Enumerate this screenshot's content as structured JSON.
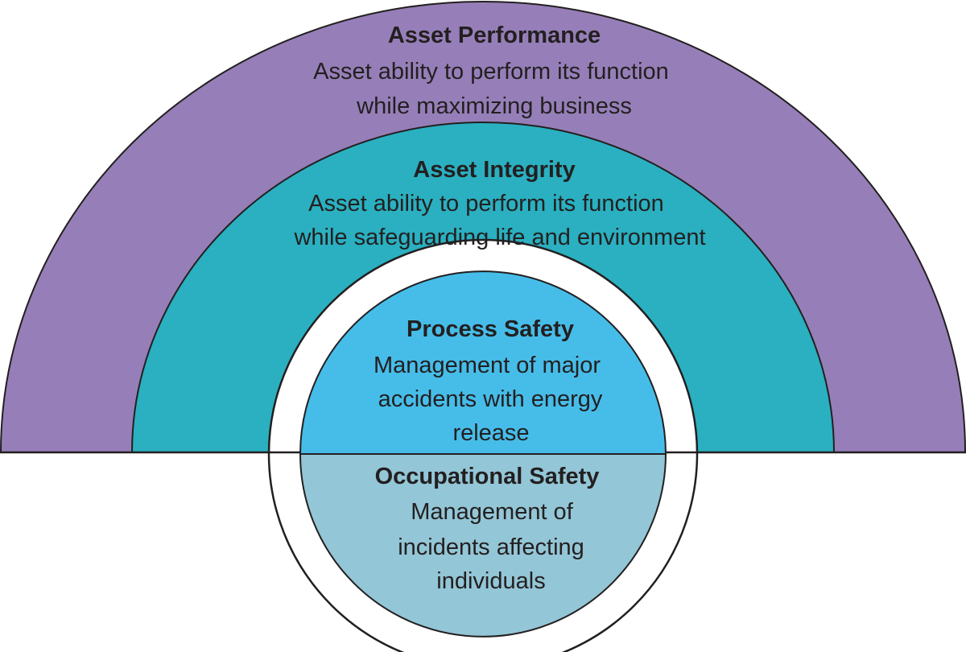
{
  "colors": {
    "asset_performance": "#967fb8",
    "asset_integrity": "#2ab0c0",
    "process_safety": "#46bde9",
    "occupational_safety": "#93c6d6",
    "text": "#231f20",
    "outline": "#231f20"
  },
  "layers": {
    "asset_performance": {
      "title": "Asset Performance",
      "desc": [
        "Asset ability to perform its function",
        "while maximizing business"
      ]
    },
    "asset_integrity": {
      "title": "Asset Integrity",
      "desc": [
        "Asset ability to perform its function",
        "while safeguarding life and environment"
      ]
    },
    "process_safety": {
      "title": "Process Safety",
      "desc": [
        "Management of major",
        "accidents with energy",
        "release"
      ]
    },
    "occupational_safety": {
      "title": "Occupational Safety",
      "desc": [
        "Management of",
        "incidents affecting",
        "individuals"
      ]
    }
  }
}
